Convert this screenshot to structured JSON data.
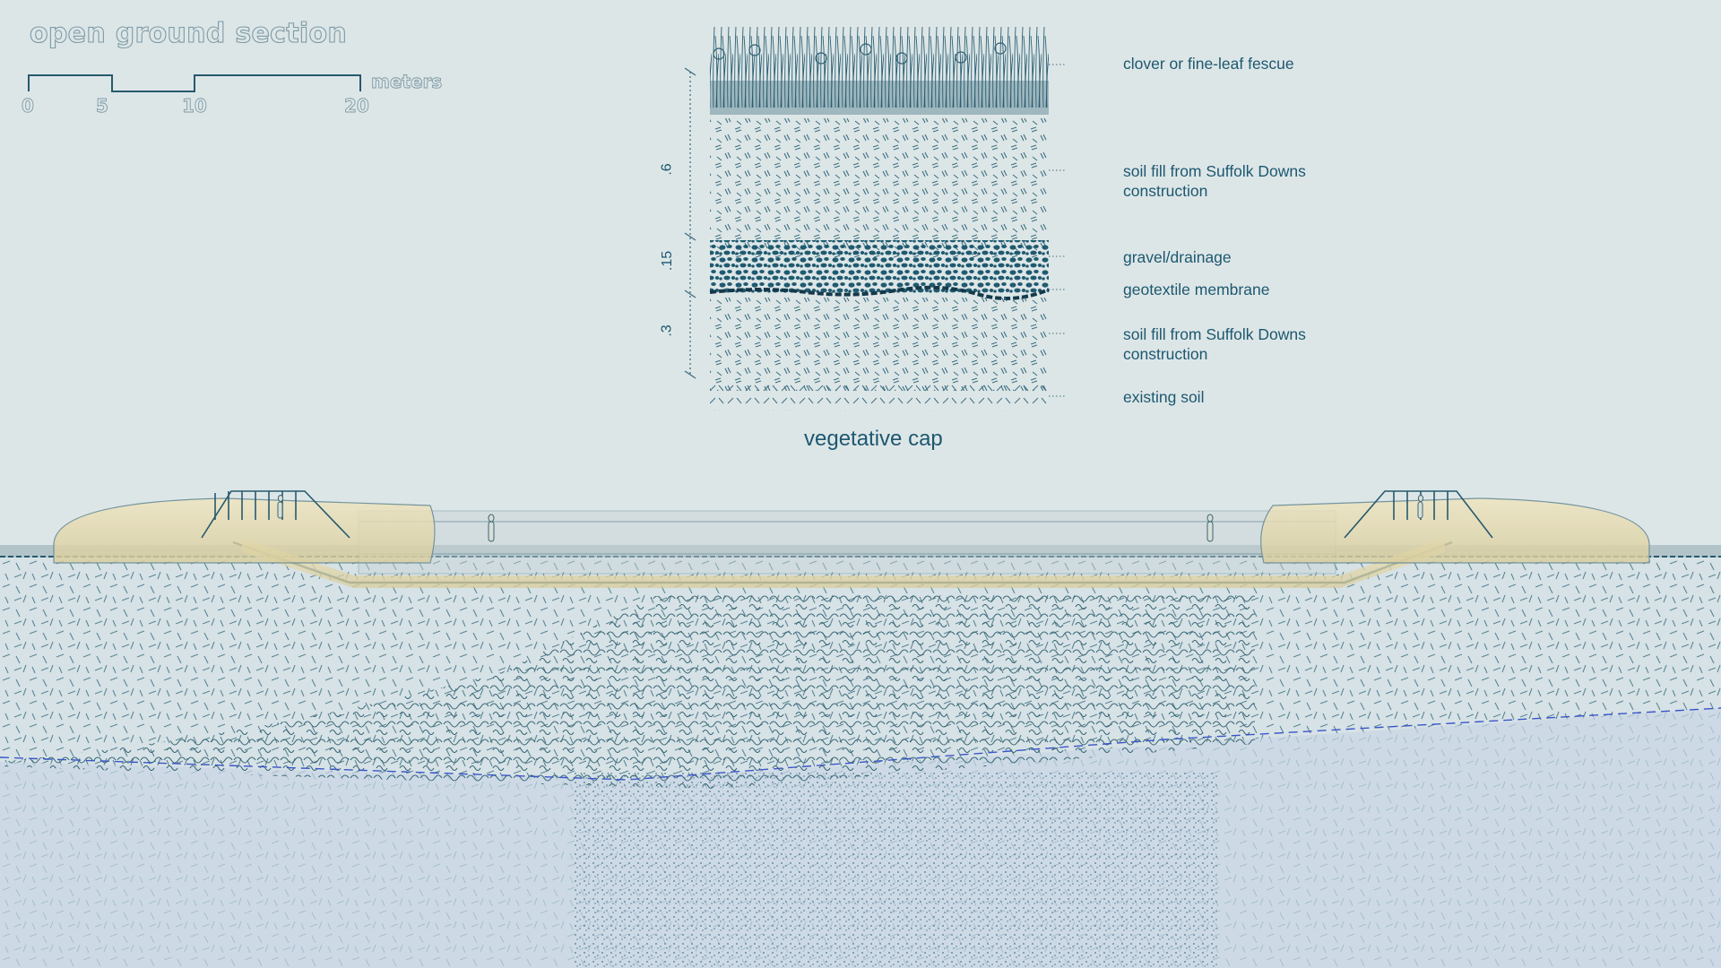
{
  "title": "open ground section",
  "scale_bar": {
    "ticks": [
      "0",
      "5",
      "10",
      "20"
    ],
    "unit": "meters"
  },
  "vegetative_cap": {
    "caption": "vegetative cap",
    "layers": [
      {
        "label": "clover or fine-leaf fescue"
      },
      {
        "label": "soil fill from Suffolk Downs\nconstruction"
      },
      {
        "label": "gravel/drainage"
      },
      {
        "label": "geotextile membrane"
      },
      {
        "label": "soil fill from Suffolk Downs\nconstruction"
      },
      {
        "label": "existing soil"
      }
    ],
    "dimensions": [
      ".6",
      ".15",
      ".3"
    ]
  },
  "colors": {
    "background": "#dde6e7",
    "ink": "#1d5870",
    "title_outline": "#7e9ba6",
    "water_line": "#3a55c8",
    "structure_fill": "#e6dcb4",
    "groundwater": "#c9d7e6"
  },
  "icons": {
    "person": "person-silhouette-icon",
    "railing": "handrail-icon"
  }
}
